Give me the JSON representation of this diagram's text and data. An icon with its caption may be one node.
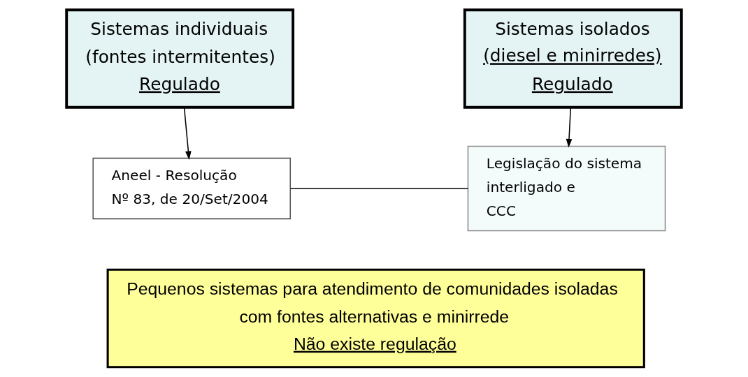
{
  "diagram": {
    "nodes": [
      {
        "text": [
          "Sistemas individuais",
          "(fontes intermitentes)",
          "Regulado"
        ]
      },
      {
        "text": [
          "Sistemas isolados",
          "(diesel e minirredes)",
          "Regulado"
        ]
      },
      {
        "text": [
          "Aneel - Resolução",
          "Nº 83, de 20/Set/2004"
        ]
      },
      {
        "text": [
          "Legislação do sistema interligado e",
          "CCC"
        ]
      },
      {
        "text": [
          "Pequenos sistemas para atendimento de comunidades isoladas com fontes alternativas e minirrede",
          "Não existe regulação"
        ]
      }
    ],
    "edges": [
      {
        "from": 0,
        "to": 2,
        "arrow": "to"
      },
      {
        "from": 1,
        "to": 3,
        "arrow": "to"
      },
      {
        "from": 2,
        "to": 3,
        "arrow": "none"
      }
    ]
  }
}
